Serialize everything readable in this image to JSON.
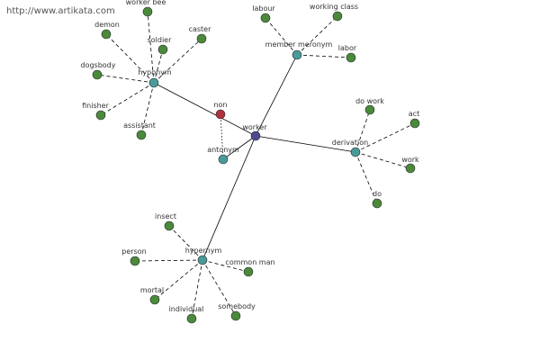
{
  "watermark": "http://www.artikata.com",
  "colors": {
    "center": "#4a4a8c",
    "antonym_node": "#b03040",
    "relation": "#4a9a9a",
    "leaf": "#4a8a3a",
    "edge": "#000000"
  },
  "graph": {
    "center": {
      "label": "worker"
    },
    "relations": [
      {
        "key": "hyponym_top",
        "label": "hyponym",
        "leaves": [
          "worker bee",
          "demon",
          "soldier",
          "caster",
          "dogsbody",
          "finisher",
          "assistant"
        ]
      },
      {
        "key": "member_meronym",
        "label": "member meronym",
        "leaves": [
          "labour",
          "working class",
          "labor"
        ]
      },
      {
        "key": "antonym",
        "label": "antonym",
        "leaves": [
          "non"
        ]
      },
      {
        "key": "derivation",
        "label": "derivation",
        "leaves": [
          "do work",
          "act",
          "work",
          "do"
        ]
      },
      {
        "key": "hypernym",
        "label": "hypernym",
        "leaves": [
          "insect",
          "person",
          "common man",
          "mortal",
          "individual",
          "somebody"
        ]
      }
    ]
  }
}
